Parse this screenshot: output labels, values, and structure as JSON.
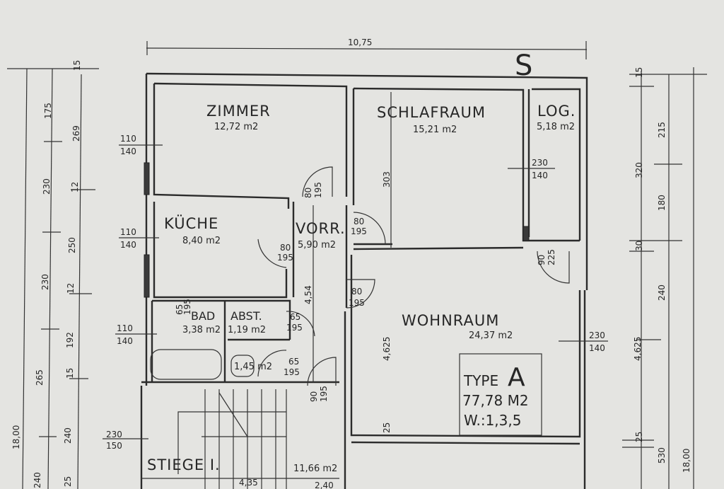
{
  "plan": {
    "orientation_mark": "S",
    "overall_width": "10,75",
    "rooms": {
      "zimmer": {
        "name": "ZIMMER",
        "area": "12,72 m2"
      },
      "schlafraum": {
        "name": "SCHLAFRAUM",
        "area": "15,21 m2"
      },
      "loggia": {
        "name": "LOG.",
        "area": "5,18 m2"
      },
      "kueche": {
        "name": "KÜCHE",
        "area": "8,40 m2"
      },
      "vorraum": {
        "name": "VORR.",
        "area": "5,90 m2"
      },
      "wohnraum": {
        "name": "WOHNRAUM",
        "area": "24,37 m2"
      },
      "bad": {
        "name": "BAD",
        "area": "3,38 m2"
      },
      "abstellraum": {
        "name": "ABST.",
        "area": "1,19 m2"
      },
      "wc": {
        "name": "",
        "area": "1,45 m2"
      },
      "stiege": {
        "name": "STIEGE I.",
        "area": "11,66 m2"
      }
    },
    "type_box": {
      "label": "TYPE",
      "letter": "A",
      "total_area": "77,78 M2",
      "units": "W.:1,3,5"
    },
    "windows": {
      "zimmer": [
        "110",
        "140"
      ],
      "kueche": [
        "110",
        "140"
      ],
      "bad": [
        "110",
        "140"
      ],
      "schlafraum": [
        "230",
        "140"
      ],
      "wohnraum": [
        "230",
        "140"
      ],
      "stiege": [
        "230",
        "150"
      ]
    },
    "doors": {
      "zimmer": [
        "80",
        "195"
      ],
      "schlafraum": [
        "80",
        "195"
      ],
      "kueche": [
        "80",
        "195"
      ],
      "wohnraum": [
        "80",
        "195"
      ],
      "loggia": [
        "90",
        "225"
      ],
      "abst": [
        "65",
        "195"
      ],
      "wc": [
        "65",
        "195"
      ],
      "entry": [
        "90",
        "195"
      ],
      "bad": [
        "65",
        "195"
      ]
    },
    "interior_dims": {
      "schlaf_height": "303",
      "vorr_length": "4,54",
      "wohn_height": "4,625",
      "wall": "25",
      "stair_width": "4,35",
      "bottom": "2,40"
    },
    "left_dims": {
      "total": "18,00",
      "outer": [
        "175",
        "230",
        "230",
        "265",
        "240"
      ],
      "inner": [
        "15",
        "269",
        "12",
        "250",
        "12",
        "192",
        "15",
        "240",
        "25"
      ]
    },
    "right_dims": {
      "total": "18,00",
      "outer": [
        "215",
        "180",
        "240"
      ],
      "inner": [
        "15",
        "320",
        "30",
        "4,625",
        "25",
        "530"
      ]
    }
  }
}
